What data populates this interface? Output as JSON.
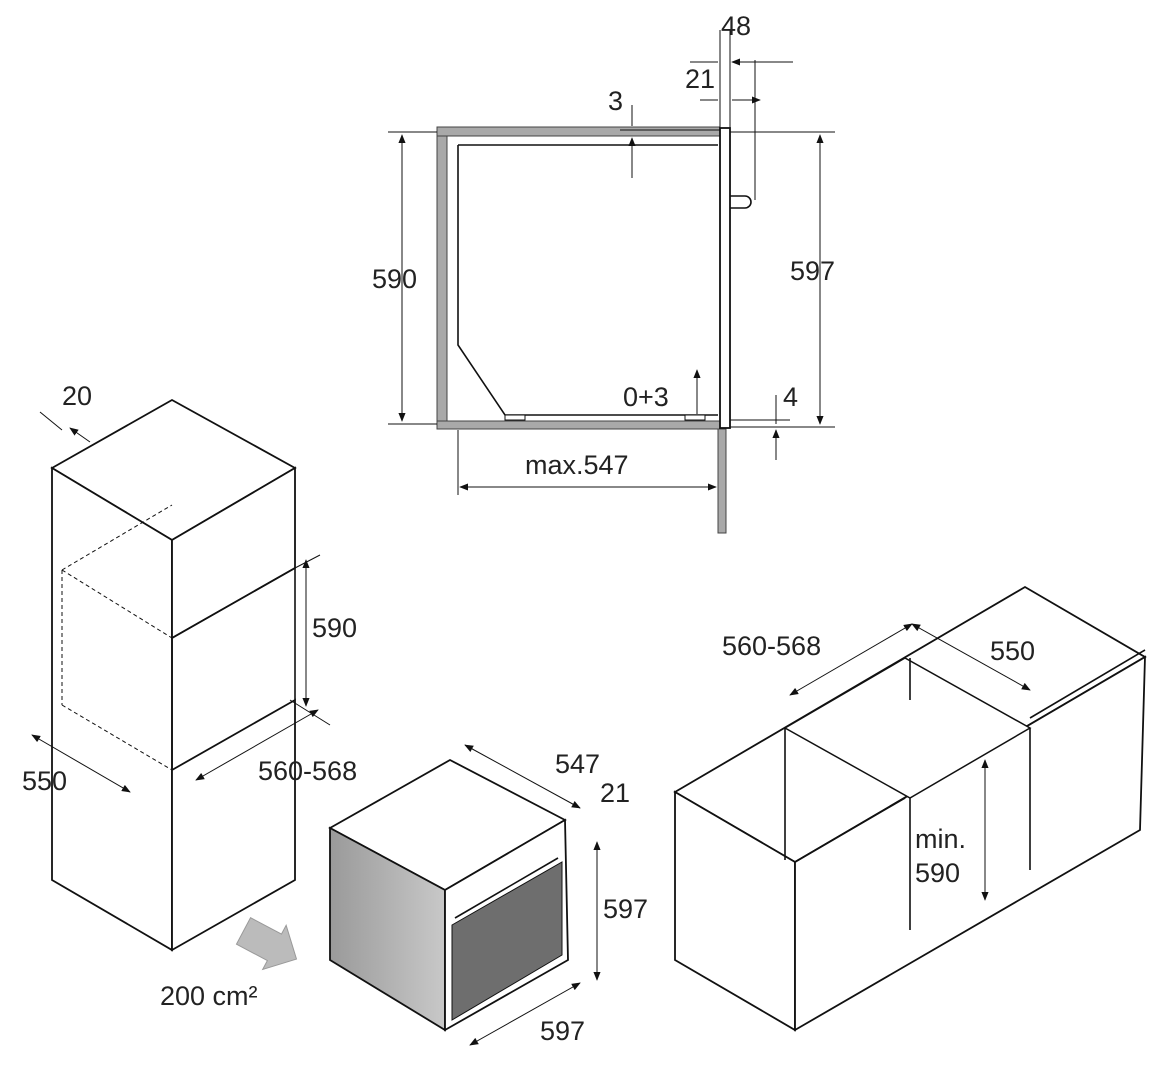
{
  "section_view": {
    "dim_48": "48",
    "dim_21": "21",
    "dim_3": "3",
    "dim_590": "590",
    "dim_597": "597",
    "dim_0_3": "0+3",
    "dim_4": "4",
    "dim_max547": "max.547"
  },
  "tall_cabinet": {
    "dim_20": "20",
    "dim_590": "590",
    "dim_550": "550",
    "dim_560_568": "560-568",
    "ventilation": "200 cm²"
  },
  "oven": {
    "dim_547": "547",
    "dim_21": "21",
    "dim_597_height": "597",
    "dim_597_width": "597"
  },
  "base_cabinet": {
    "dim_560_568": "560-568",
    "dim_550": "550",
    "dim_min_590": [
      "min.",
      "590"
    ]
  },
  "colors": {
    "panel_gray": "#a9a9a9",
    "oven_window": "#6e6e6e"
  }
}
